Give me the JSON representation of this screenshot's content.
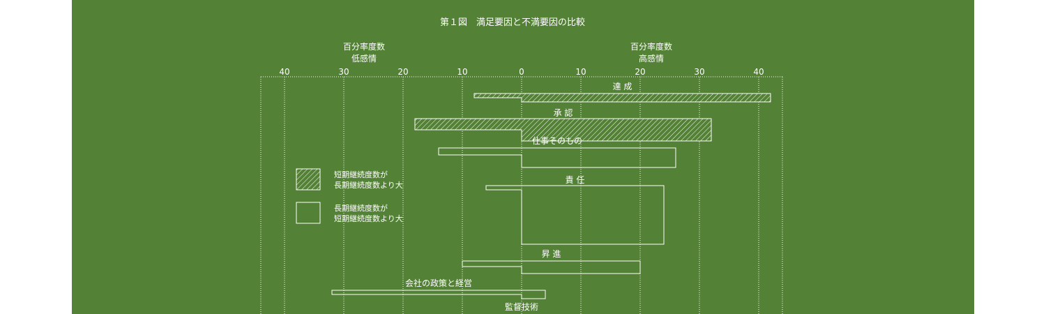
{
  "colors": {
    "background": "#538135",
    "foreground": "#ffffff"
  },
  "chart_data": {
    "type": "bar",
    "title": "第１図　満足要因と不満要因の比較",
    "left_axis_label": [
      "百分率度数",
      "低感情"
    ],
    "right_axis_label": [
      "百分率度数",
      "高感情"
    ],
    "tick_labels": [
      "40",
      "30",
      "20",
      "10",
      "0",
      "10",
      "20",
      "30",
      "40"
    ],
    "grid": true,
    "xlim": [
      -44,
      44
    ],
    "categories": [
      "達 成",
      "承 認",
      "仕事そのもの",
      "責 任",
      "昇 進",
      "会社の政策と経営",
      "監督技術"
    ],
    "low_feeling_percent": [
      8,
      18,
      14,
      6,
      10,
      32,
      null
    ],
    "high_feeling_percent": [
      42,
      32,
      26,
      24,
      20,
      4,
      null
    ],
    "bar_style": [
      "hatched",
      "hatched",
      "open",
      "open",
      "open",
      "open",
      null
    ],
    "legend": [
      {
        "style": "hatched",
        "line1": "短期継続度数が",
        "line2": "長期継続度数より大"
      },
      {
        "style": "open",
        "line1": "長期継続度数が",
        "line2": "短期継続度数より大"
      }
    ]
  }
}
